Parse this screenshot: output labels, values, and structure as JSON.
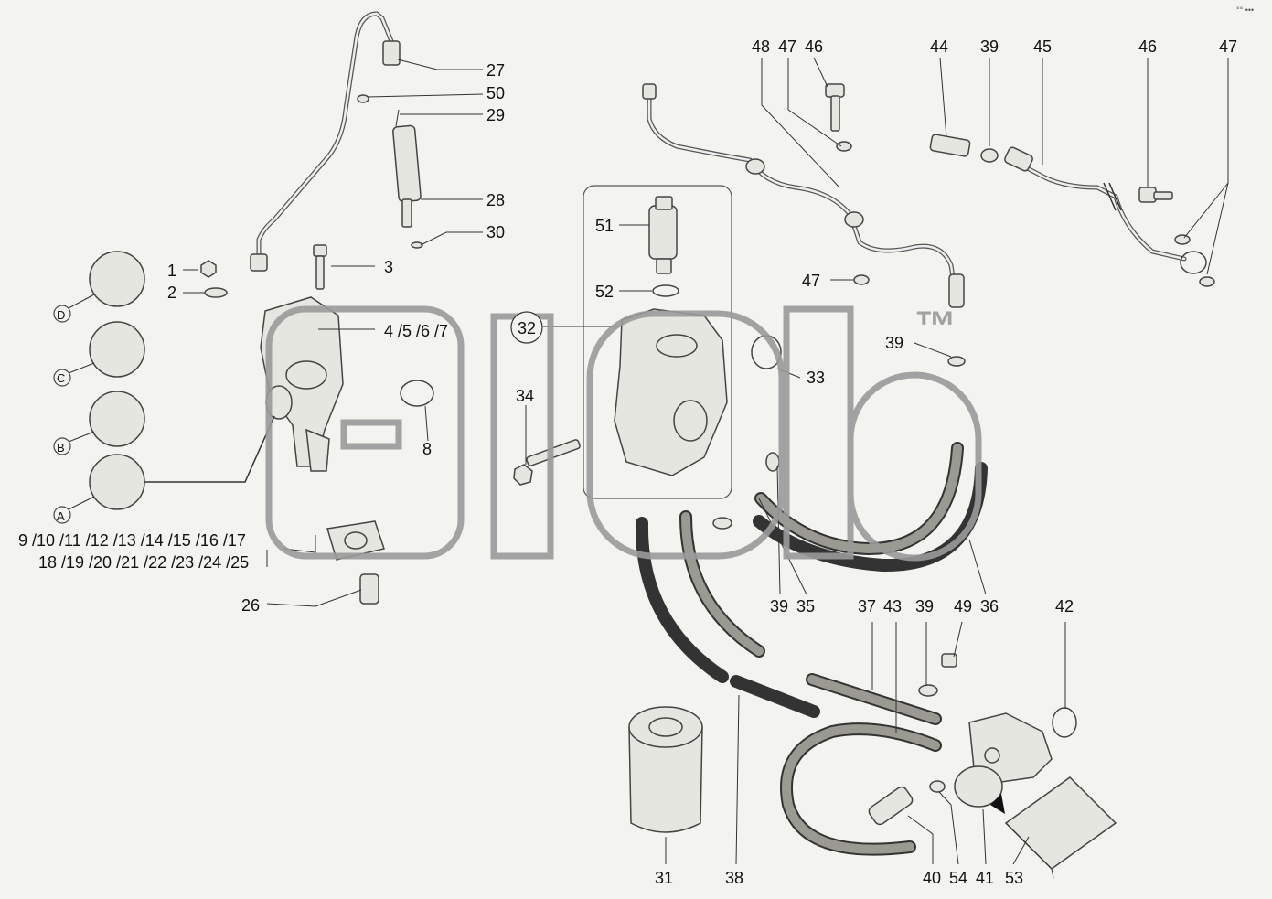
{
  "diagram": {
    "corner_mark": "°° •••",
    "watermark": {
      "text": "™"
    },
    "detail_circles": [
      "D",
      "C",
      "B",
      "A"
    ],
    "labels": {
      "l27": "27",
      "l50": "50",
      "l29": "29",
      "l28": "28",
      "l30": "30",
      "l1": "1",
      "l2": "2",
      "l3": "3",
      "l4567": "4 /5 /6 /7",
      "l8": "8",
      "lrange1": "9 /10 /11 /12 /13 /14 /15 /16 /17",
      "lrange2": "18 /19 /20 /21 /22 /23 /24 /25",
      "l26": "26",
      "l51": "51",
      "l52": "52",
      "l32": "32",
      "l34": "34",
      "l33": "33",
      "l48": "48",
      "l47a": "47",
      "l46a": "46",
      "l44": "44",
      "l39a": "39",
      "l45": "45",
      "l46b": "46",
      "l47b": "47",
      "l47c": "47",
      "l39b": "39",
      "l39c": "39",
      "l35": "35",
      "l36": "36",
      "l37": "37",
      "l43": "43",
      "l39d": "39",
      "l49": "49",
      "l42": "42",
      "l31": "31",
      "l38": "38",
      "l40": "40",
      "l54": "54",
      "l41": "41",
      "l53": "53"
    }
  }
}
